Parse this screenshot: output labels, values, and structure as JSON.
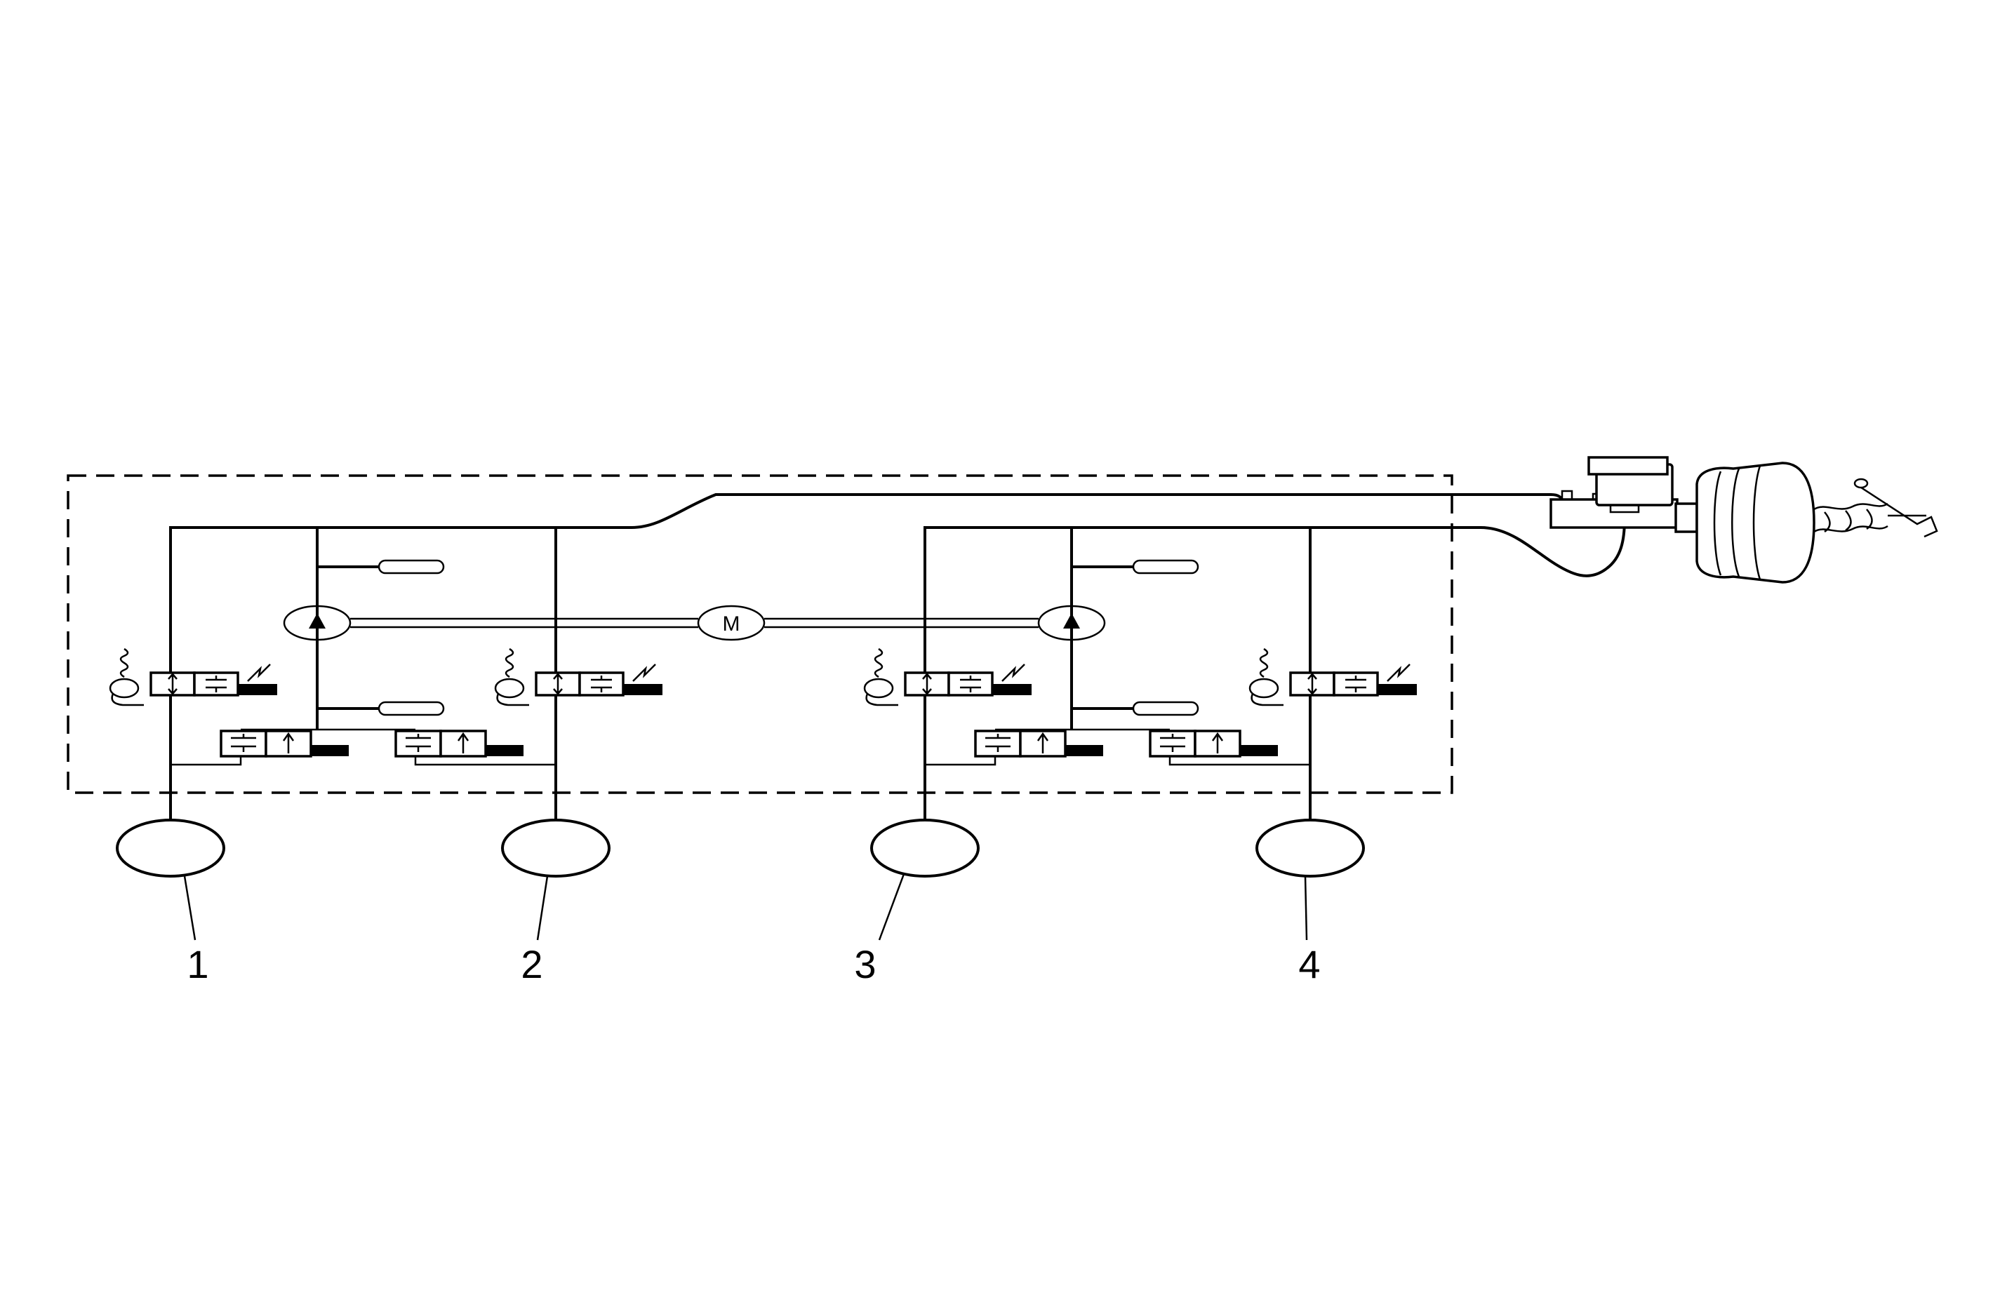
{
  "motor": {
    "label": "M"
  },
  "callouts": [
    {
      "id": "wheel-1",
      "label": "1"
    },
    {
      "id": "wheel-2",
      "label": "2"
    },
    {
      "id": "wheel-3",
      "label": "3"
    },
    {
      "id": "wheel-4",
      "label": "4"
    }
  ]
}
